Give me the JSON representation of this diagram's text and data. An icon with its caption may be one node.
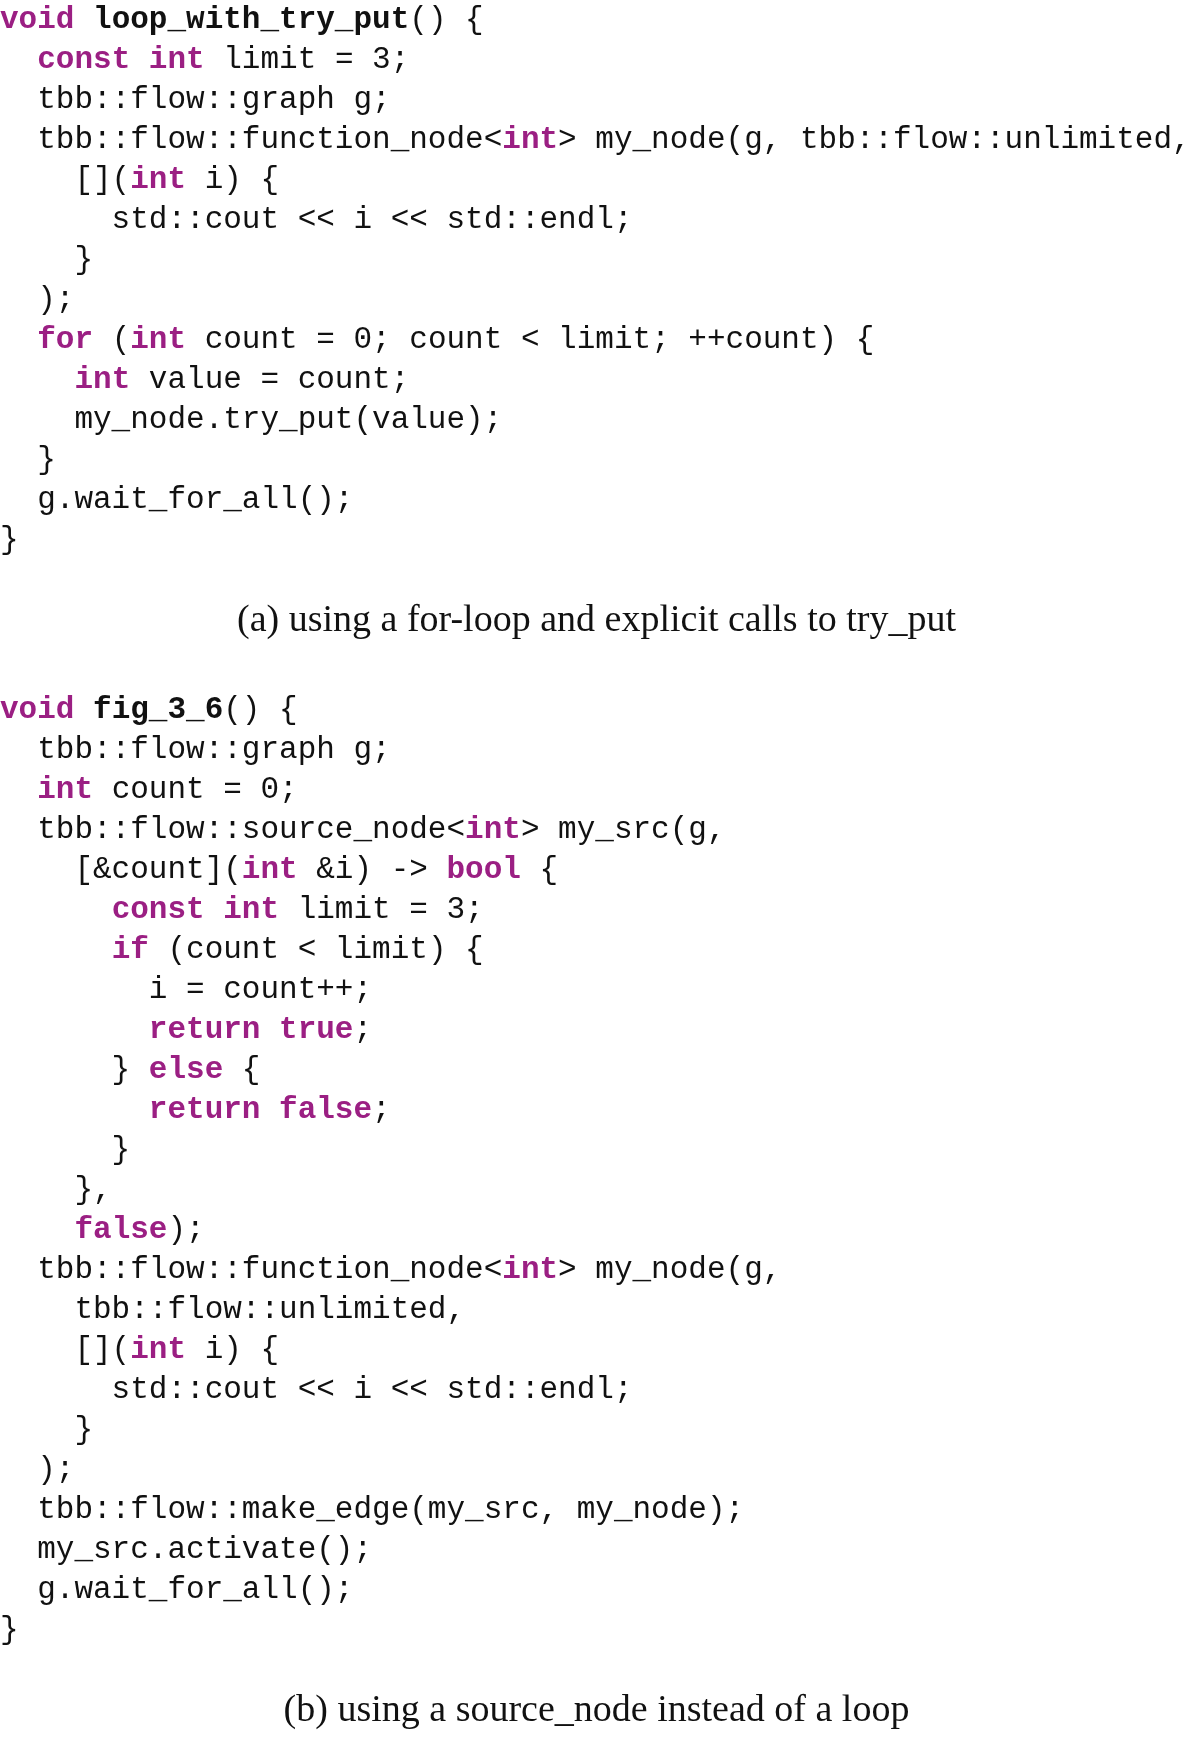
{
  "diagram": {
    "labels": [
      "**void** *loop_with_try_put*() {",
      "  **const** **int** limit = 3;",
      "  tbb::flow::graph g;",
      "  tbb::flow::function_node<**int**> my_node(g, tbb::flow::unlimited,",
      "    [](**int** i) {",
      "      std::cout << i << std::endl;",
      "    }",
      "  );",
      "  **for** (**int** count = 0; count < limit; ++count) {",
      "    **int** value = count;",
      "    my_node.try_put(value);",
      "  }",
      "  g.wait_for_all();",
      "}",
      "(a) using a for-loop and explicit calls to try_put",
      "**void** *fig_3_6*() {",
      "  tbb::flow::graph g;",
      "  **int** count = 0;",
      "  tbb::flow::source_node<**int**> my_src(g,",
      "    [&count](**int** &i) -> **bool** {",
      "      **const** **int** limit = 3;",
      "      **if** (count < limit) {",
      "        i = count++;",
      "        **return** **true**;",
      "      } **else** {",
      "        **return** **false**;",
      "      }",
      "    },",
      "    **false**);",
      "  tbb::flow::function_node<**int**> my_node(g,",
      "    tbb::flow::unlimited,",
      "    [](**int** i) {",
      "      std::cout << i << std::endl;",
      "    }",
      "  );",
      "  tbb::flow::make_edge(my_src, my_node);",
      "  my_src.activate();",
      "  g.wait_for_all();",
      "}",
      "(b) using a source_node instead of a loop"
    ]
  }
}
